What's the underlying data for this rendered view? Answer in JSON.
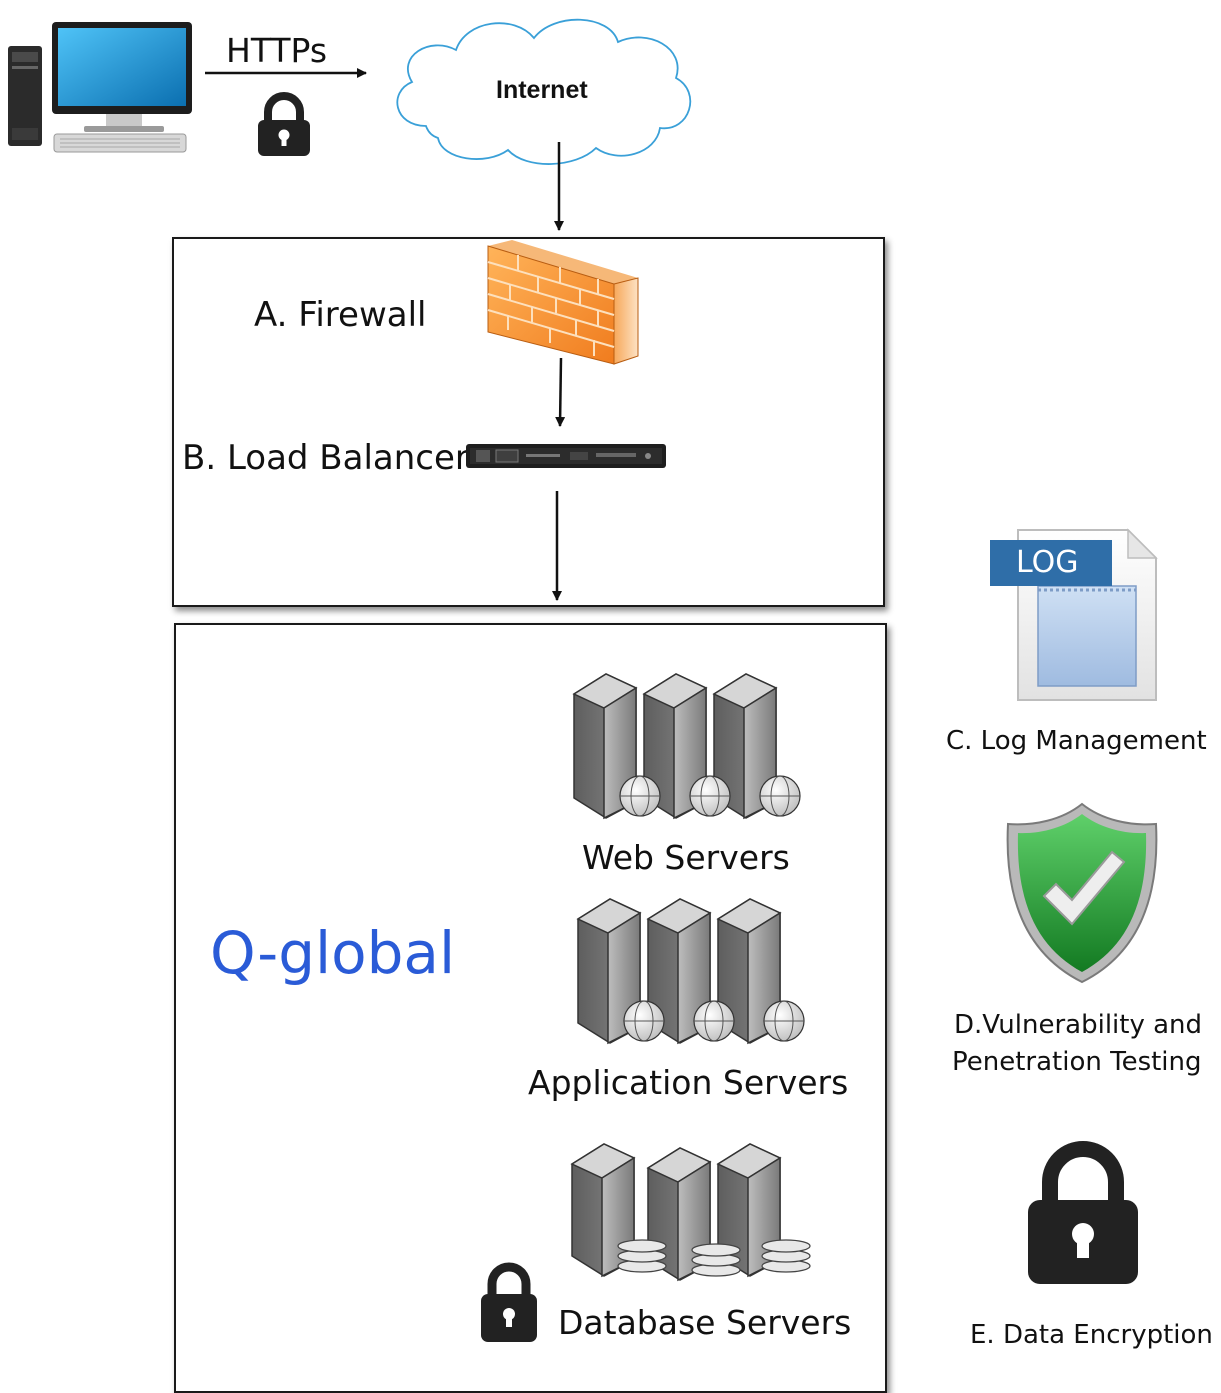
{
  "client": {
    "protocol_label": "HTTPs"
  },
  "internet": {
    "label": "Internet"
  },
  "perimeter": {
    "firewall_label": "A. Firewall",
    "load_balancer_label": "B. Load Balancer"
  },
  "platform": {
    "name": "Q-global",
    "name_color": "#2a5bd7",
    "web_servers_label": "Web Servers",
    "application_servers_label": "Application Servers",
    "database_servers_label": "Database Servers"
  },
  "controls": {
    "log_icon_text": "LOG",
    "log_management_label": "C. Log Management",
    "vulnerability_label_line1": "D.Vulnerability and",
    "vulnerability_label_line2": "Penetration Testing",
    "encryption_label": "E. Data Encryption"
  },
  "colors": {
    "firewall": "#f39a3a",
    "shield": "#2fa53a",
    "log_tab": "#2f6ea8",
    "server": "#8e8e8e",
    "lock": "#222222"
  }
}
